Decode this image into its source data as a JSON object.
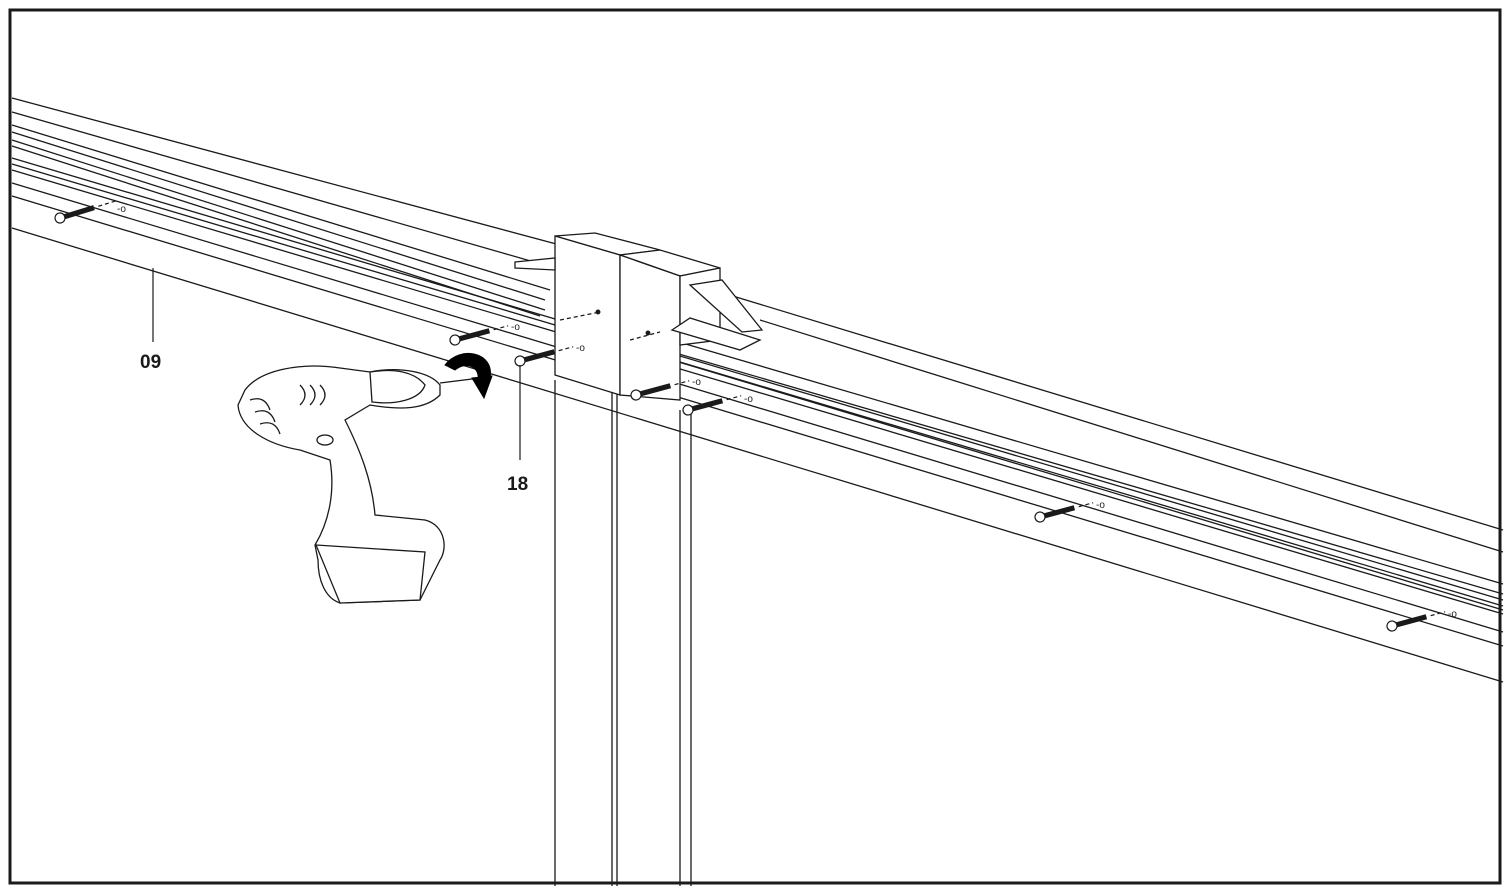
{
  "figure": {
    "callouts": [
      {
        "id": "rail",
        "text": "09"
      },
      {
        "id": "screw",
        "text": "18"
      }
    ],
    "screw_hole_mark": "-o",
    "colors": {
      "line": "#1a1a1a",
      "fill": "#ffffff",
      "accent": "#000000"
    },
    "icons": [
      "cordless-drill-icon",
      "rotation-arrow-icon",
      "screw-icon"
    ]
  }
}
